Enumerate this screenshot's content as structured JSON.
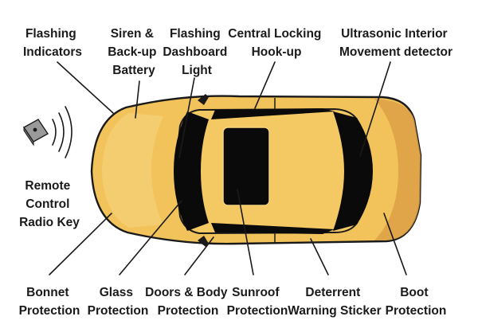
{
  "labels": {
    "flashing_indicators": [
      "Flashing",
      "Indicators"
    ],
    "siren_battery": [
      "Siren &",
      "Back-up",
      "Battery"
    ],
    "dashboard_light": [
      "Flashing",
      "Dashboard",
      "Light"
    ],
    "central_locking": [
      "Central Locking",
      "Hook-up"
    ],
    "ultrasonic": [
      "Ultrasonic Interior",
      "Movement detector"
    ],
    "remote_key": [
      "Remote",
      "Control",
      "Radio Key"
    ],
    "bonnet": [
      "Bonnet",
      "Protection"
    ],
    "glass": [
      "Glass",
      "Protection"
    ],
    "doors_body": [
      "Doors & Body",
      "Protection"
    ],
    "sunroof": [
      "Sunroof",
      "Protection"
    ],
    "deterrent": [
      "Deterrent",
      "Warning Sticker"
    ],
    "boot": [
      "Boot",
      "Protection"
    ]
  },
  "icons": {
    "car": "car-top-view-icon",
    "key": "remote-key-fob-icon",
    "signal": "radio-signal-waves-icon"
  },
  "colors": {
    "car_body": "#f2c35a",
    "car_shadow": "#d99a3a",
    "glass": "#0a0a0a",
    "outline": "#1a1a1a"
  }
}
